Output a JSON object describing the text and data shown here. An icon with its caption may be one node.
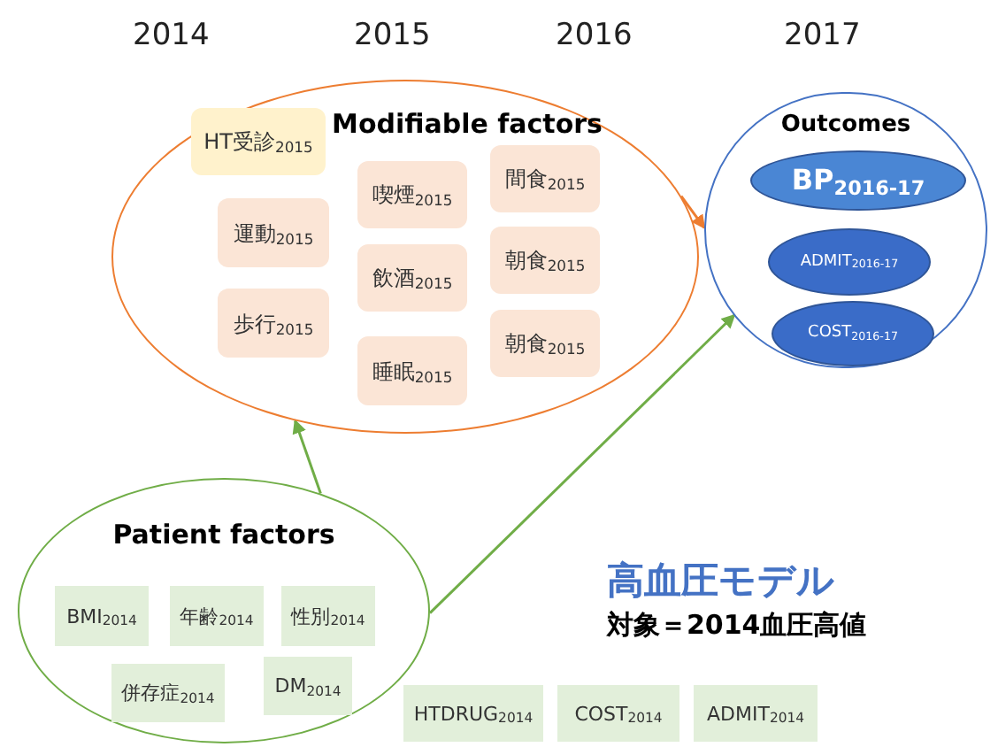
{
  "diagram": {
    "nodes": [
      {
        "text": [
          "Modifiable factors"
        ]
      },
      {
        "text": [
          "HT受診$_{2015}$"
        ],
        "in": 0
      },
      {
        "text": [
          "運動$_{2015}$"
        ],
        "in": 0
      },
      {
        "text": [
          "歩行$_{2015}$"
        ],
        "in": 0
      },
      {
        "text": [
          "喫煙$_{2015}$"
        ],
        "in": 0
      },
      {
        "text": [
          "飲酒$_{2015}$"
        ],
        "in": 0
      },
      {
        "text": [
          "睡眠$_{2015}$"
        ],
        "in": 0
      },
      {
        "text": [
          "間食$_{2015}$"
        ],
        "in": 0
      },
      {
        "text": [
          "朝食$_{2015}$"
        ],
        "in": 0
      },
      {
        "text": [
          "朝食$_{2015}$"
        ],
        "in": 0
      },
      {
        "text": [
          "Outcomes"
        ]
      },
      {
        "text": [
          "BP$_{2016-17}$"
        ],
        "in": 10
      },
      {
        "text": [
          "ADMIT$_{2016-17}$"
        ],
        "in": 10
      },
      {
        "text": [
          "COST$_{2016-17}$"
        ],
        "in": 10
      },
      {
        "text": [
          "Patient factors"
        ]
      },
      {
        "text": [
          "BMI$_{2014}$"
        ],
        "in": 14
      },
      {
        "text": [
          "年齢$_{2014}$"
        ],
        "in": 14
      },
      {
        "text": [
          "性別$_{2014}$"
        ],
        "in": 14
      },
      {
        "text": [
          "併存症$_{2014}$"
        ],
        "in": 14
      },
      {
        "text": [
          "DM$_{2014}$"
        ],
        "in": 14
      },
      {
        "text": [
          "HTDRUG$_{2014}$"
        ]
      },
      {
        "text": [
          "COST$_{2014}$"
        ]
      },
      {
        "text": [
          "ADMIT$_{2014}$"
        ]
      }
    ],
    "edges": [
      {
        "from": 0,
        "to": 10,
        "arrow": "to",
        "color": "#ed7d31"
      },
      {
        "from": 14,
        "to": 0,
        "arrow": "to"
      },
      {
        "from": 14,
        "to": 10,
        "arrow": "to"
      }
    ],
    "labels": [
      "2014",
      "2015",
      "2016",
      "2017",
      "高血圧モデル",
      "対象＝2014血圧高値"
    ]
  }
}
